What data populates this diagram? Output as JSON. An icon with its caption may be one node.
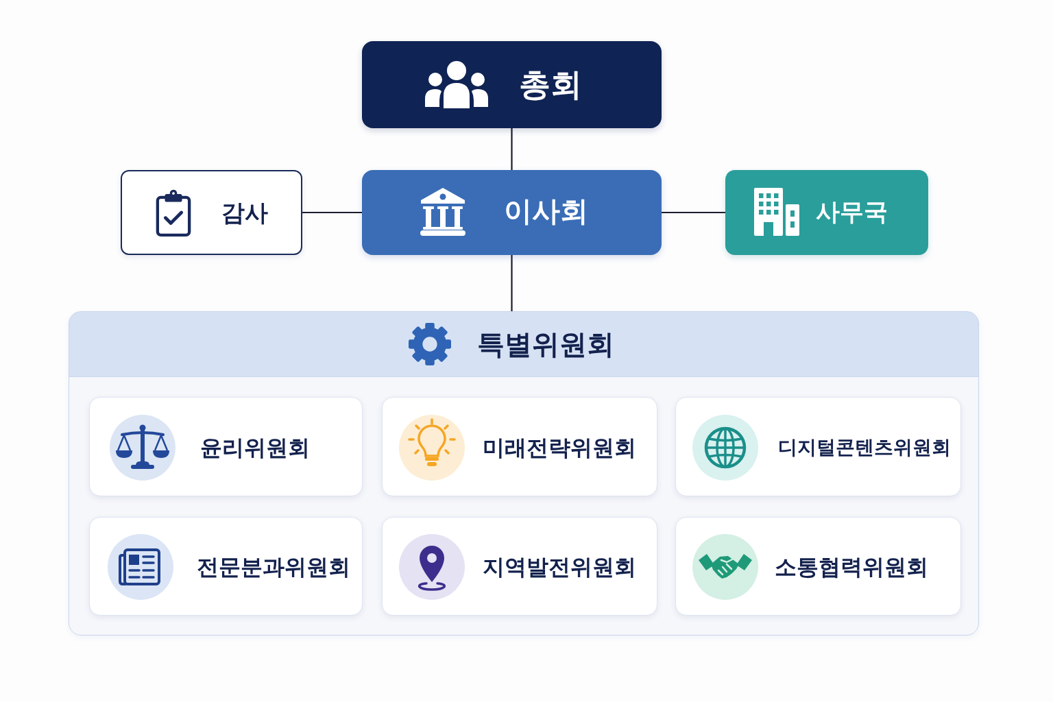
{
  "diagram": {
    "nodes": [
      {
        "text": [
          "총회"
        ]
      },
      {
        "text": [
          "감사"
        ]
      },
      {
        "text": [
          "이사회"
        ]
      },
      {
        "text": [
          "사무국"
        ]
      },
      {
        "text": [
          "특별위원회"
        ]
      },
      {
        "text": [
          "윤리위원회"
        ],
        "in": 4
      },
      {
        "text": [
          "미래전략위원회"
        ],
        "in": 4
      },
      {
        "text": [
          "디지털콘텐츠위원회"
        ],
        "in": 4
      },
      {
        "text": [
          "전문분과위원회"
        ],
        "in": 4
      },
      {
        "text": [
          "지역발전위원회"
        ],
        "in": 4
      },
      {
        "text": [
          "소통협력위원회"
        ],
        "in": 4
      }
    ],
    "edges": [
      {
        "from": 0,
        "to": 2,
        "arrow": "none"
      },
      {
        "from": 2,
        "to": 1,
        "arrow": "none"
      },
      {
        "from": 2,
        "to": 3,
        "arrow": "none"
      },
      {
        "from": 2,
        "to": 4,
        "arrow": "none"
      }
    ]
  }
}
